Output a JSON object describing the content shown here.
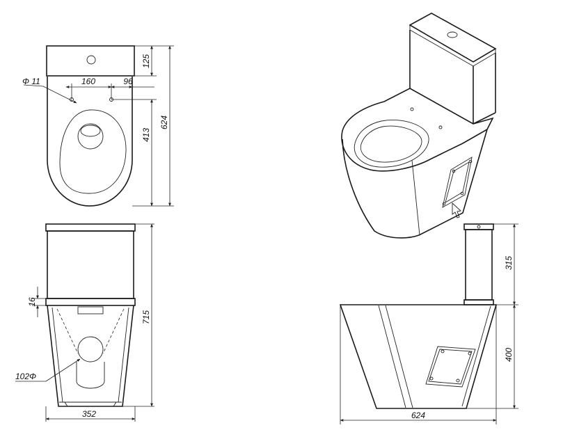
{
  "dimensions": {
    "top_view": {
      "tank_depth": "125",
      "overall_depth": "624",
      "bowl_depth": "413",
      "hole_spacing": "160",
      "hole_offset": "96",
      "hole_diameter": "Φ 11"
    },
    "front_view": {
      "overall_height": "715",
      "flange_thickness": "16",
      "outlet_diameter": "102Φ",
      "width": "352"
    },
    "side_view": {
      "tank_height": "315",
      "bowl_height": "400",
      "depth": "624"
    }
  }
}
